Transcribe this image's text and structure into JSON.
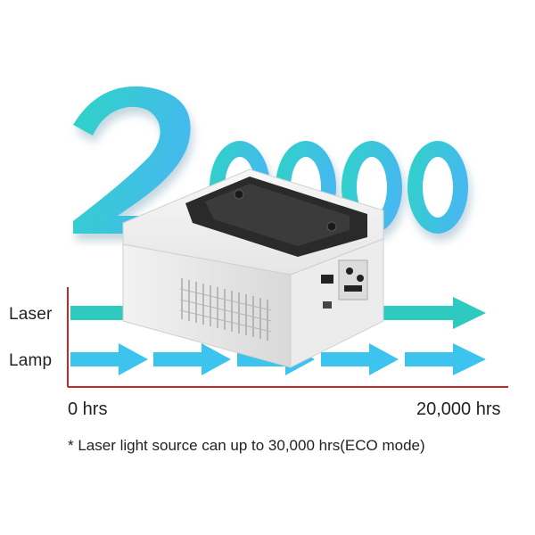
{
  "headline": {
    "value": "20000"
  },
  "rows": [
    {
      "label": "Laser",
      "color": "#2ec9bf"
    },
    {
      "label": "Lamp",
      "color": "#3dc4ee"
    }
  ],
  "axis": {
    "start_label": "0 hrs",
    "end_label": "20,000 hrs",
    "color": "#c62828"
  },
  "footnote": "* Laser light source can up to 30,000 hrs(ECO mode)",
  "colors": {
    "gradient_start": "#2fd3c6",
    "gradient_end": "#46b8f0"
  }
}
